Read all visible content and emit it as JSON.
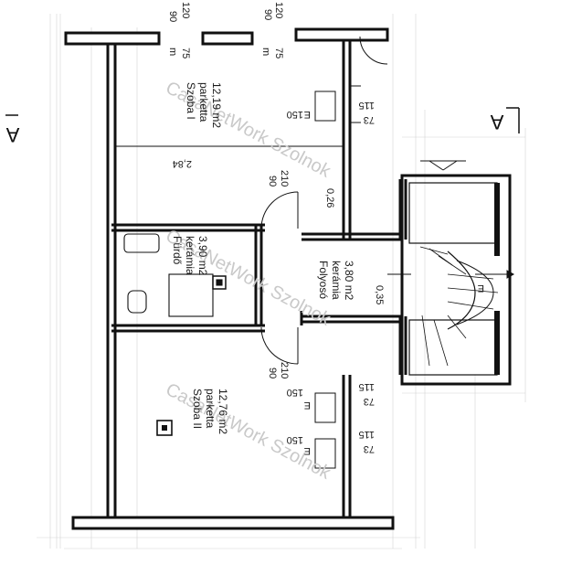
{
  "watermark": "CasaNetWork Szolnok",
  "section_mark": "A",
  "rooms": {
    "room1": {
      "name": "Szoba I",
      "floor": "parketta",
      "area": "12,19 m2"
    },
    "bath": {
      "name": "Fürdő",
      "floor": "kerámia",
      "area": "3,90 m2"
    },
    "hall": {
      "name": "Folyosó",
      "floor": "kerámia",
      "area": "3,80 m2"
    },
    "room2": {
      "name": "Szoba II",
      "floor": "parketta",
      "area": "12,76 m2"
    }
  },
  "dimensions": {
    "top_90_a": "90",
    "top_120_a": "120",
    "top_m_a": "m",
    "top_75_a": "75",
    "top_90_b": "90",
    "top_120_b": "120",
    "top_m_b": "m",
    "top_75_b": "75",
    "room1_width": "2,84",
    "door1_90": "90",
    "door1_210": "210",
    "wall_026": "0,26",
    "stair_035": "0,35",
    "door2_90": "90",
    "door2_210": "210",
    "win1_150": "150",
    "win1_115": "115",
    "win1_73": "73",
    "win2_150": "150",
    "win2_115": "115",
    "win2_73": "73",
    "win3_150": "150",
    "win3_115": "115",
    "win3_73": "73",
    "e_mark": "E"
  }
}
